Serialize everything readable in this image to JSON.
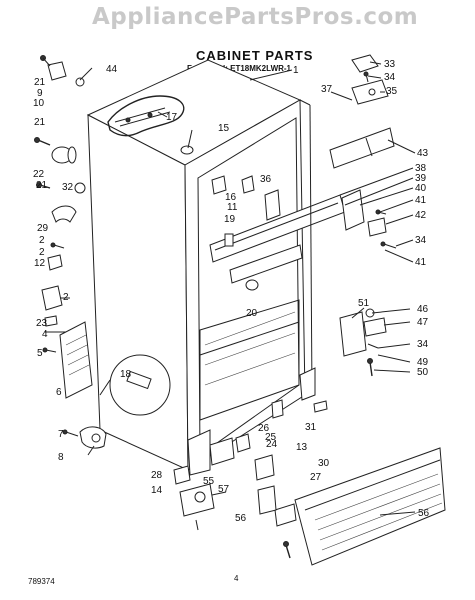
{
  "header": {
    "watermark": "AppliancePartsPros.com",
    "title": "CABINET PARTS",
    "model_label": "For Model: ET18MK2LWR-1"
  },
  "footer": {
    "doc_number": "789374",
    "page_number": "4"
  },
  "callouts": {
    "c1": "1",
    "c2a": "2",
    "c2b": "2",
    "c2c": "2",
    "c4": "4",
    "c5": "5",
    "c6": "6",
    "c7": "7",
    "c8": "8",
    "c9": "9",
    "c10": "10",
    "c11": "11",
    "c12": "12",
    "c13": "13",
    "c14": "14",
    "c15": "15",
    "c16": "16",
    "c17": "17",
    "c18": "18",
    "c19": "19",
    "c20": "20",
    "c21a": "21",
    "c21b": "21",
    "c21c": "21",
    "c22": "22",
    "c23": "23",
    "c24": "24",
    "c25": "25",
    "c26": "26",
    "c27": "27",
    "c28": "28",
    "c29": "29",
    "c30": "30",
    "c31": "31",
    "c32": "32",
    "c33": "33",
    "c34a": "34",
    "c34b": "34",
    "c34c": "34",
    "c35": "35",
    "c36": "36",
    "c37": "37",
    "c38": "38",
    "c39": "39",
    "c40": "40",
    "c41a": "41",
    "c41b": "41",
    "c42": "42",
    "c43": "43",
    "c44": "44",
    "c46": "46",
    "c47": "47",
    "c49": "49",
    "c50": "50",
    "c51": "51",
    "c55": "55",
    "c56a": "56",
    "c56b": "56",
    "c57": "57"
  }
}
